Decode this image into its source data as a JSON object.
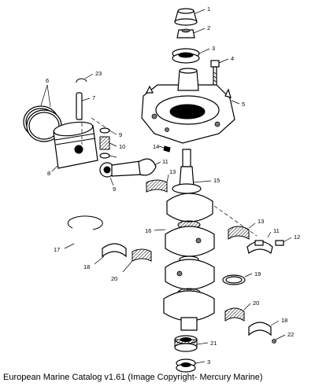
{
  "diagram": {
    "caption": "European Marine Catalog v1.61 (Image Copyright- Mercury Marine)",
    "callouts": [
      {
        "id": "c1",
        "label": "1"
      },
      {
        "id": "c2",
        "label": "2"
      },
      {
        "id": "c3a",
        "label": "3"
      },
      {
        "id": "c4",
        "label": "4"
      },
      {
        "id": "c5",
        "label": "5"
      },
      {
        "id": "c6",
        "label": "6"
      },
      {
        "id": "c7",
        "label": "7"
      },
      {
        "id": "c8",
        "label": "8"
      },
      {
        "id": "c9a",
        "label": "9"
      },
      {
        "id": "c10",
        "label": "10"
      },
      {
        "id": "c9b",
        "label": "9"
      },
      {
        "id": "c11a",
        "label": "11"
      },
      {
        "id": "c13a",
        "label": "13"
      },
      {
        "id": "c14",
        "label": "14"
      },
      {
        "id": "c15",
        "label": "15"
      },
      {
        "id": "c16",
        "label": "16"
      },
      {
        "id": "c17",
        "label": "17"
      },
      {
        "id": "c18a",
        "label": "18"
      },
      {
        "id": "c20a",
        "label": "20"
      },
      {
        "id": "c13b",
        "label": "13"
      },
      {
        "id": "c11b",
        "label": "11"
      },
      {
        "id": "c12",
        "label": "12"
      },
      {
        "id": "c19",
        "label": "19"
      },
      {
        "id": "c20b",
        "label": "20"
      },
      {
        "id": "c18b",
        "label": "18"
      },
      {
        "id": "c22",
        "label": "22"
      },
      {
        "id": "c21",
        "label": "21"
      },
      {
        "id": "c3b",
        "label": "3"
      },
      {
        "id": "c23",
        "label": "23"
      }
    ]
  }
}
